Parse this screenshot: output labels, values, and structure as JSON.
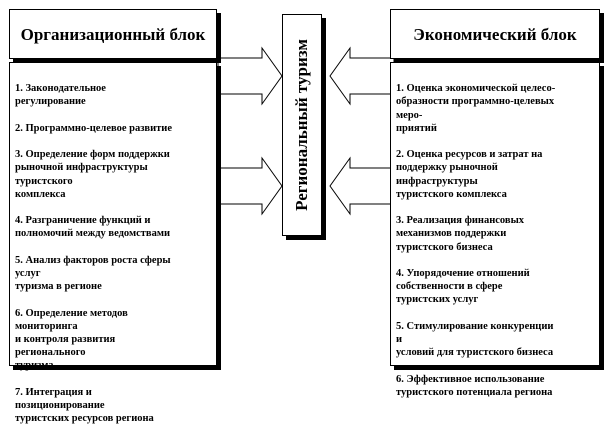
{
  "left_block": {
    "title": "Организационный\nблок",
    "items": [
      "1. Законодательное\nрегулирование",
      "2. Программно-целевое развитие",
      "3. Определение  форм поддержки\nрыночной инфраструктуры\nтуристского\nкомплекса",
      "4. Разграничение функций и\nполномочий между ведомствами",
      "5. Анализ факторов роста сферы\nуслуг\nтуризма в регионе",
      "6. Определение  методов\nмониторинга\nи контроля развития\nрегионального\nтуризма",
      "7. Интеграция  и\nпозиционирование\nтуристских  ресурсов региона"
    ]
  },
  "center": {
    "title": "Региональный туризм"
  },
  "right_block": {
    "title": "Экономический блок",
    "items": [
      "1. Оценка экономической целесо-\nобразности программно-целевых\nмеро-\nприятий",
      "2. Оценка ресурсов и затрат на\nподдержку рыночной\nинфраструктуры\nтуристского комплекса",
      "3. Реализация финансовых\nмеханизмов поддержки\nтуристского бизнеса",
      "4. Упорядочение отношений\nсобственности в сфере\nтуристских  услуг",
      "5. Стимулирование конкуренции\nи\nусловий для туристского бизнеса",
      "6. Эффективное использование\nтуристского потенциала региона"
    ]
  }
}
